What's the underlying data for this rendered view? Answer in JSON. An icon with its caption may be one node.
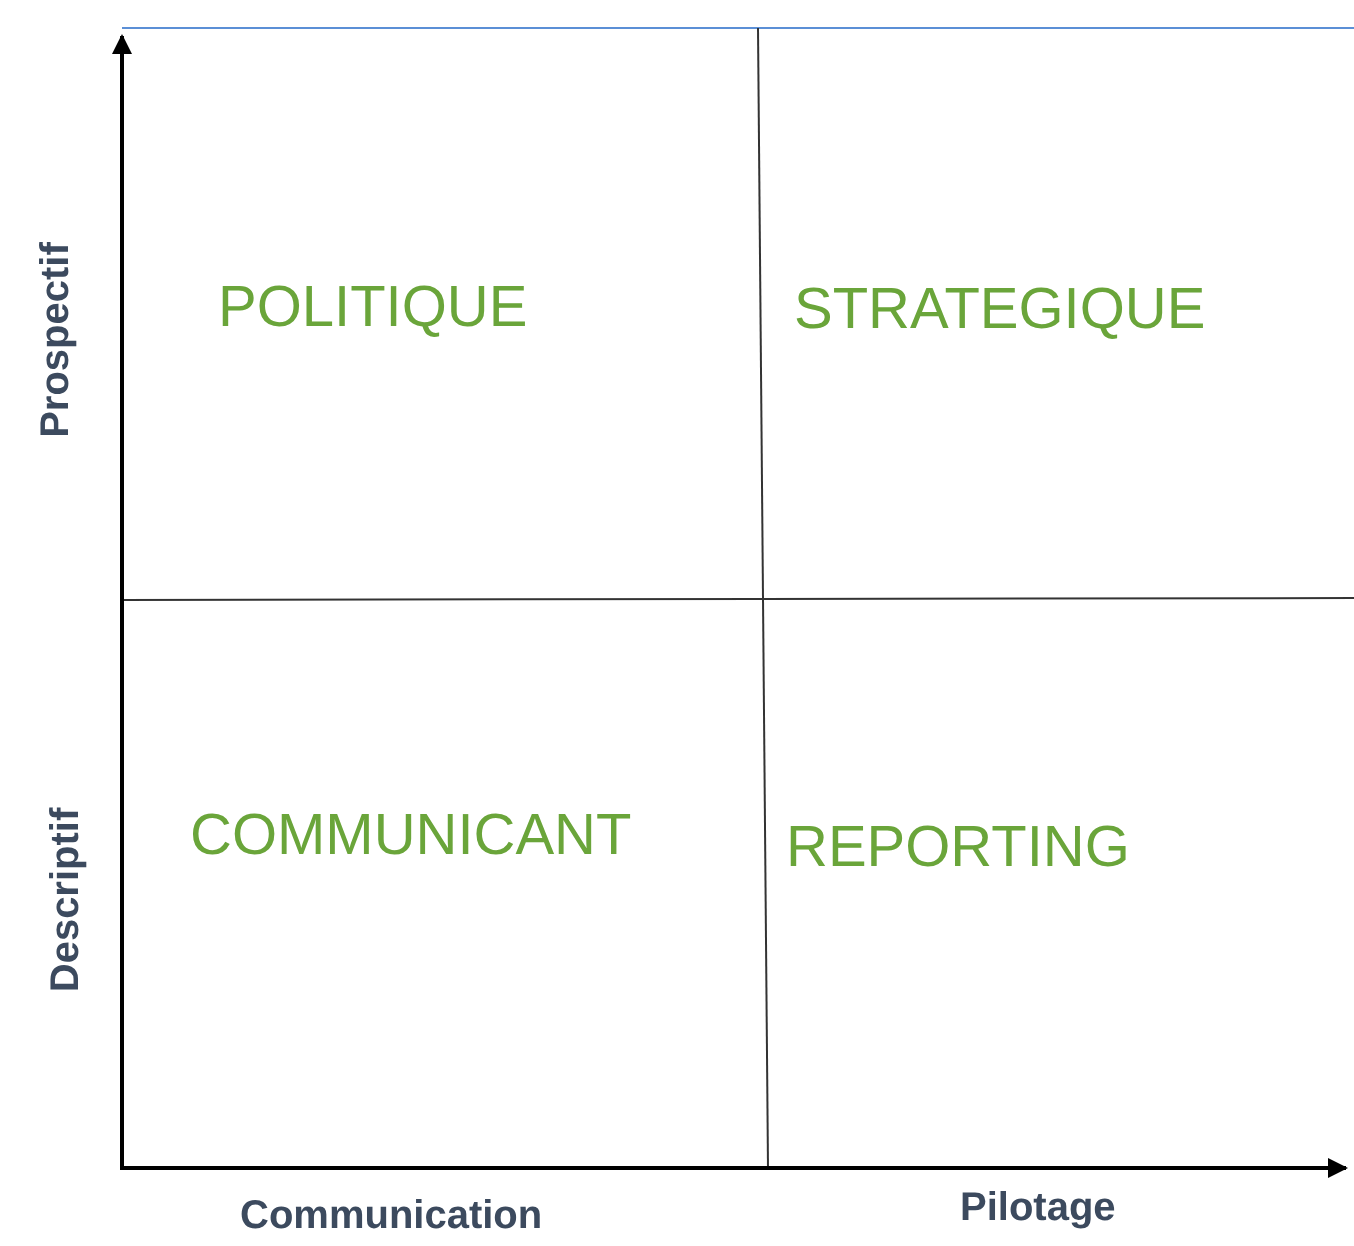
{
  "diagram": {
    "labels": [
      "Prospectif",
      "POLITIQUE",
      "STRATEGIQUE",
      "Descriptif",
      "COMMUNICANT",
      "REPORTING",
      "Communication",
      "Pilotage"
    ]
  }
}
